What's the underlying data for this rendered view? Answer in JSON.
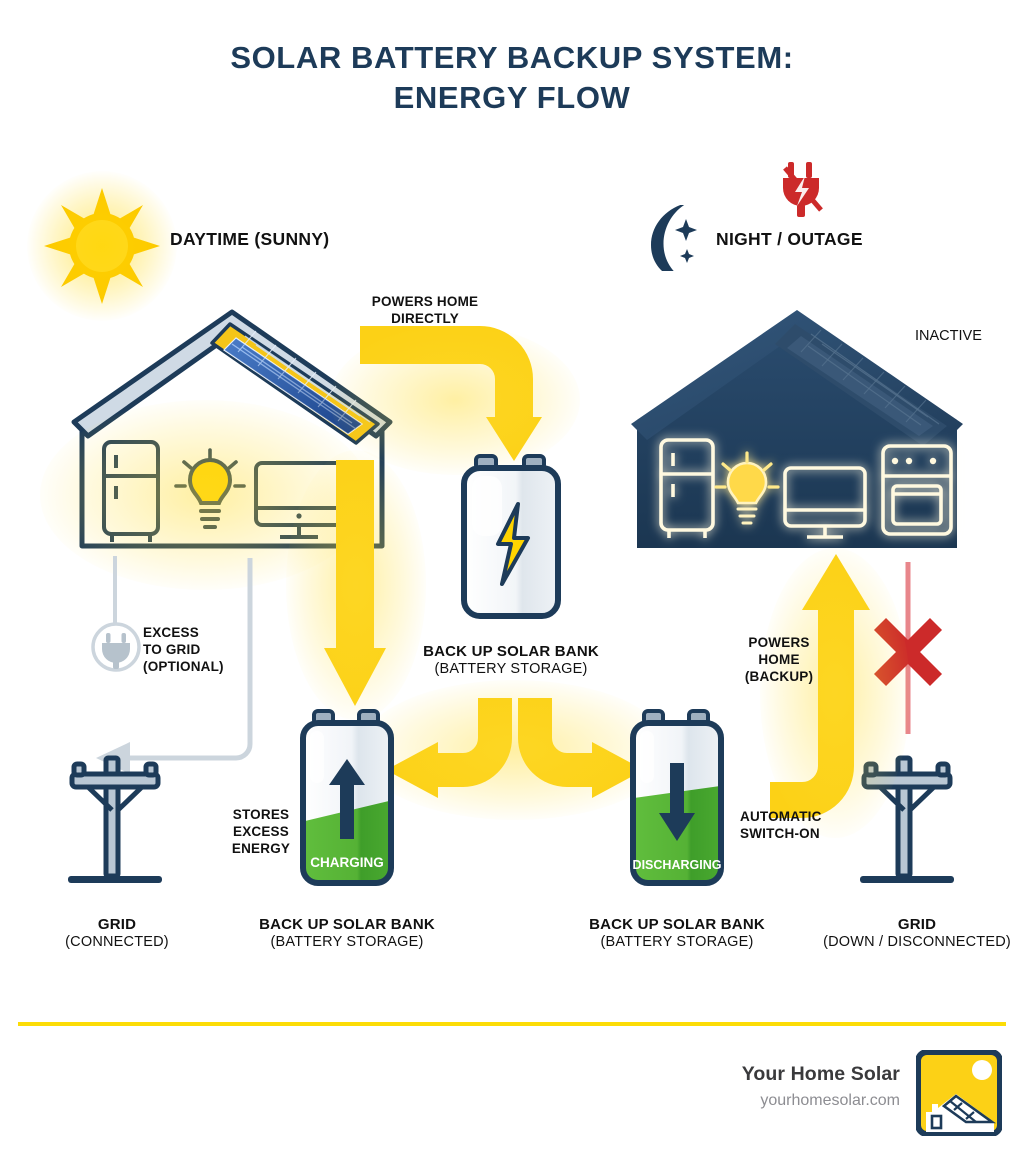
{
  "title": {
    "line1": "SOLAR BATTERY BACKUP SYSTEM:",
    "line2": "ENERGY FLOW"
  },
  "colors": {
    "navy": "#1d3b59",
    "yellow": "#fcd116",
    "yellow_bright": "#ffd400",
    "green": "#5cb83a",
    "green_dark": "#3f9e2a",
    "red": "#cc2a2a",
    "grey_line": "#ccd5dd",
    "night_house": "#23415f",
    "text_dark": "#111111",
    "brand_grey": "#3a3a3c"
  },
  "left_panel": {
    "header": "DAYTIME (SUNNY)",
    "sun_icon": "sun-icon",
    "house_icon": "house-with-solar-panel-icon",
    "appliances": [
      "refrigerator-icon",
      "lightbulb-icon",
      "monitor-icon"
    ],
    "flow_powers_home": "POWERS HOME\nDIRECTLY",
    "flow_powers_home_l1": "POWERS HOME",
    "flow_powers_home_l2": "DIRECTLY",
    "excess_to_grid_l1": "EXCESS",
    "excess_to_grid_l2": "TO GRID",
    "excess_to_grid_l3": "(OPTIONAL)",
    "excess_icon": "plug-in-circle-icon",
    "stores_excess_l1": "STORES",
    "stores_excess_l2": "EXCESS",
    "stores_excess_l3": "ENERGY",
    "grid_label": "GRID",
    "grid_sub": "(CONNECTED)",
    "grid_icon": "utility-pole-icon",
    "battery_label": "BACK UP SOLAR BANK",
    "battery_sub": "(BATTERY STORAGE)",
    "battery_state": "CHARGING",
    "battery_icon": "battery-charging-icon"
  },
  "center": {
    "battery_label": "BACK UP SOLAR BANK",
    "battery_sub": "(BATTERY STORAGE)",
    "battery_icon": "battery-bolt-icon"
  },
  "right_panel": {
    "header": "NIGHT / OUTAGE",
    "moon_icon": "moon-and-stars-icon",
    "plug_off_icon": "plug-disconnected-icon",
    "house_icon": "house-with-solar-panel-icon",
    "panel_status": "INACTIVE",
    "appliances": [
      "refrigerator-icon",
      "lightbulb-icon",
      "monitor-icon",
      "oven-icon"
    ],
    "powers_home_l1": "POWERS",
    "powers_home_l2": "HOME",
    "powers_home_l3": "(BACKUP)",
    "auto_switch_l1": "AUTOMATIC",
    "auto_switch_l2": "SWITCH-ON",
    "grid_label": "GRID",
    "grid_sub": "(DOWN / DISCONNECTED)",
    "grid_icon": "utility-pole-icon",
    "grid_blocked_icon": "red-x-icon",
    "battery_label": "BACK UP SOLAR BANK",
    "battery_sub": "(BATTERY STORAGE)",
    "battery_state": "DISCHARGING",
    "battery_icon": "battery-discharging-icon"
  },
  "footer": {
    "brand": "Your Home Solar",
    "url": "yourhomesolar.com",
    "logo_icon": "house-solar-logo-icon"
  }
}
